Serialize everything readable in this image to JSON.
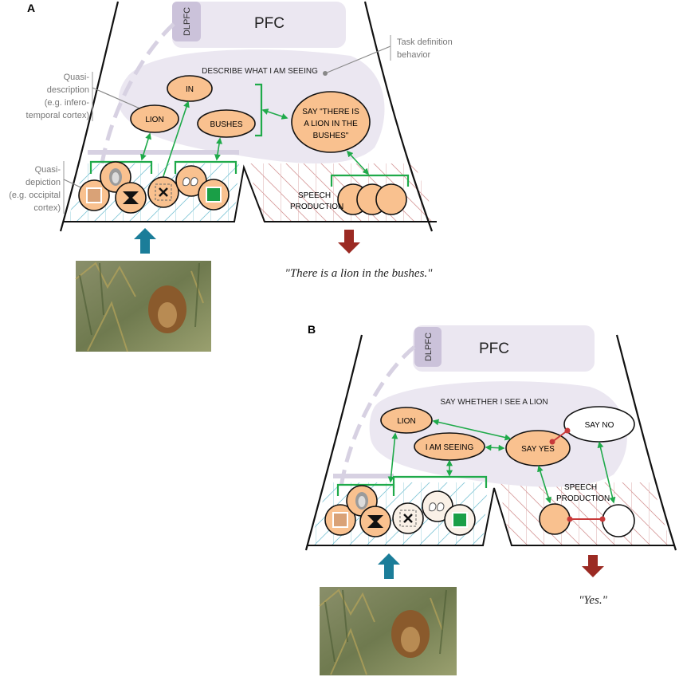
{
  "panel_a": {
    "letter": "A",
    "pfc": "PFC",
    "dlpfc": "DLPFC",
    "task_label_1": "Task definition",
    "task_label_2": "behavior",
    "task": "DESCRIBE WHAT I AM SEEING",
    "quasi_desc_1": "Quasi-",
    "quasi_desc_2": "description",
    "quasi_desc_3": "(e.g. infero-",
    "quasi_desc_4": "temporal cortex)",
    "quasi_dep_1": "Quasi-",
    "quasi_dep_2": "depiction",
    "quasi_dep_3": "(e.g. occipital",
    "quasi_dep_4": "cortex)",
    "node_in": "IN",
    "node_lion": "LION",
    "node_bushes": "BUSHES",
    "say_1": "SAY \"THERE IS",
    "say_2": "A LION IN THE",
    "say_3": "BUSHES\"",
    "speech_1": "SPEECH",
    "speech_2": "PRODUCTION",
    "quote": "\"There is a lion in the bushes.\""
  },
  "panel_b": {
    "letter": "B",
    "pfc": "PFC",
    "dlpfc": "DLPFC",
    "task": "SAY WHETHER I SEE A LION",
    "node_lion": "LION",
    "node_seeing": "I AM SEEING",
    "node_yes": "SAY YES",
    "node_no": "SAY NO",
    "speech_1": "SPEECH",
    "speech_2": "PRODUCTION",
    "quote": "\"Yes.\""
  },
  "colors": {
    "orange": "#f9c18f",
    "green": "#1faa4a",
    "teal": "#1b7d99",
    "darkred": "#9b2a23",
    "lavender": "#ebe7f1",
    "dlpfc": "#cbc2da"
  }
}
